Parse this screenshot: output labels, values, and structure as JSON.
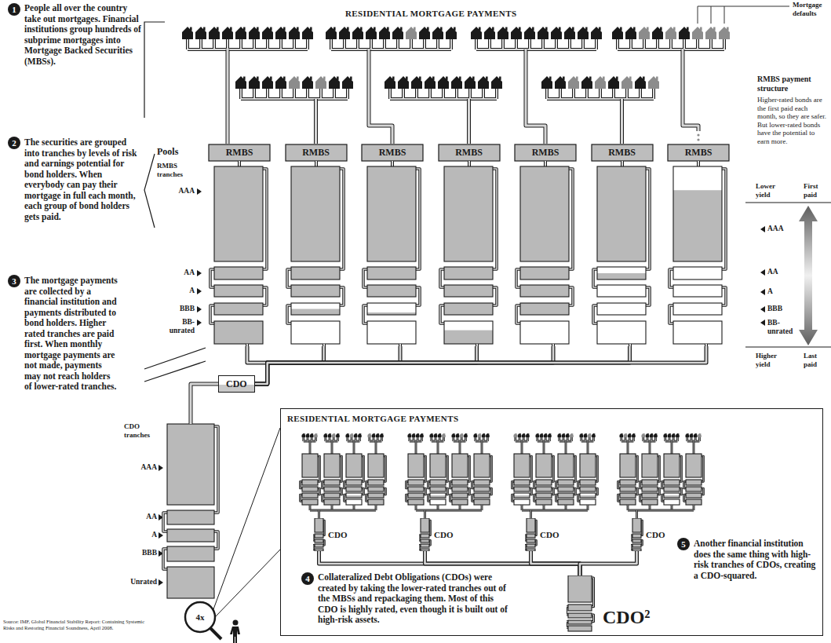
{
  "diagram": {
    "nodes": [
      {
        "text": [
          "RMBS"
        ]
      },
      {
        "text": [
          "RMBS"
        ]
      },
      {
        "text": [
          "RMBS"
        ]
      },
      {
        "text": [
          "RMBS"
        ]
      },
      {
        "text": [
          "RMBS"
        ]
      },
      {
        "text": [
          "RMBS"
        ]
      },
      {
        "text": [
          "RMBS"
        ]
      },
      {
        "text": [
          "CDO"
        ]
      },
      {
        "text": [
          "RESIDENTIAL MORTGAGE PAYMENTS"
        ]
      },
      {
        "text": [
          "CDO"
        ],
        "in": 8
      },
      {
        "text": [
          "CDO"
        ],
        "in": 8
      },
      {
        "text": [
          "CDO"
        ],
        "in": 8
      },
      {
        "text": [
          "CDO"
        ],
        "in": 8
      },
      {
        "text": [
          "CDO²"
        ],
        "in": 8
      }
    ],
    "edges": [
      {
        "from": 0,
        "to": 7,
        "arrow": "none"
      },
      {
        "from": 1,
        "to": 7,
        "arrow": "none"
      },
      {
        "from": 2,
        "to": 7,
        "arrow": "none"
      },
      {
        "from": 3,
        "to": 7,
        "arrow": "none"
      },
      {
        "from": 4,
        "to": 7,
        "arrow": "none"
      },
      {
        "from": 5,
        "to": 7,
        "arrow": "none"
      },
      {
        "from": 6,
        "to": 7,
        "arrow": "none"
      },
      {
        "from": 9,
        "to": 13,
        "arrow": "none"
      },
      {
        "from": 10,
        "to": 13,
        "arrow": "none"
      },
      {
        "from": 11,
        "to": 13,
        "arrow": "none"
      },
      {
        "from": 12,
        "to": 13,
        "arrow": "none"
      }
    ],
    "labels": [
      "RESIDENTIAL MORTGAGE PAYMENTS",
      "Mortgage defaults",
      "1",
      "People all over the country take out mortgages. Financial institutions group hundreds of subprime mortgages into Mortgage Backed Securities (MBSs).",
      "2",
      "The securities are grouped into tranches by levels of risk and earnings potential for bond holders. When everybody can pay their mortgage in full each month, each group of bond holders gets paid.",
      "3",
      "The mortgage payments are collected by a financial institution and payments distributed to bond holders. Higher rated tranches are paid first. When monthly mortgage payments are not made, payments may not reach holders of lower-rated tranches.",
      "Pools",
      "RMBS tranches",
      "AAA",
      "AA",
      "A",
      "BBB",
      "BB- unrated",
      "RMBS payment structure",
      "Higher-rated bonds are the first paid each month, so they are safer. But lower-rated bonds have the potential to earn more.",
      "Lower yield",
      "First paid",
      "AAA",
      "AA",
      "A",
      "BBB",
      "BB- unrated",
      "Higher yield",
      "Last paid",
      "CDO tranches",
      "AAA",
      "AA",
      "A",
      "BBB",
      "Unrated",
      "4x",
      "Source: IMF, Global Financial Stability Report: Containing Systemic Risks and Restoring Financial Soundness, April 2008.",
      "4",
      "Collateralized Debt Obligations (CDOs) were created by taking the lower-rated tranches out of the MBSs and repackaging them. Most of this CDO is highly rated, even though it is built out of high-risk assets.",
      "5",
      "Another financial institution does the same thing with high-risk tranches of CDOs, creating a CDO-squared."
    ]
  }
}
